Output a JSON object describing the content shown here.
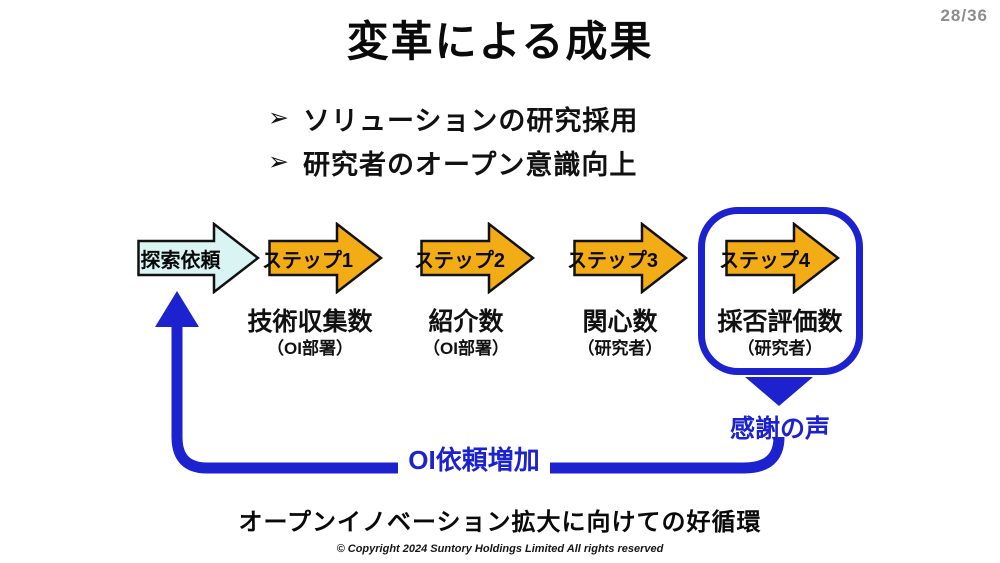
{
  "slide": {
    "page_number": "28/36",
    "title": "変革による成果"
  },
  "bullet_marker": "➢",
  "highlights": [
    "ソリューションの研究採用",
    "研究者のオープン意識向上"
  ],
  "flow": {
    "steps": [
      {
        "arrow_label": "探索依頼"
      },
      {
        "arrow_label": "ステップ1",
        "metric": "技術収集数",
        "owner": "（OI部署）"
      },
      {
        "arrow_label": "ステップ2",
        "metric": "紹介数",
        "owner": "（OI部署）"
      },
      {
        "arrow_label": "ステップ3",
        "metric": "関心数",
        "owner": "（研究者）"
      },
      {
        "arrow_label": "ステップ4",
        "metric": "採否評価数",
        "owner": "（研究者）"
      }
    ],
    "feedback": {
      "gratitude_label": "感謝の声",
      "loop_label": "OI依頼増加"
    }
  },
  "footer": {
    "conclusion": "オープンイノベーション拡大に向けての好循環",
    "copyright": "© Copyright 2024 Suntory Holdings Limited All rights reserved"
  },
  "colors": {
    "accent_blue": "#1d22cf",
    "arrow_orange": "#F2AC15",
    "arrow_cyan": "#DAF4F3",
    "outline_black": "#111111",
    "page_number_gray": "#8c8c8c"
  }
}
